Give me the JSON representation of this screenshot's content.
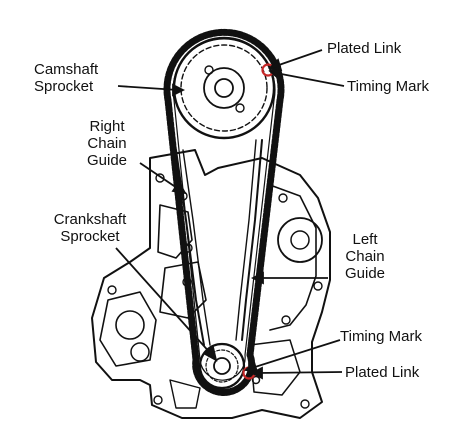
{
  "labels": {
    "camshaft_sprocket": [
      "Camshaft",
      "Sprocket"
    ],
    "plated_link_top": "Plated Link",
    "timing_mark_top": "Timing Mark",
    "right_chain_guide": [
      "Right",
      "Chain",
      "Guide"
    ],
    "crankshaft_sprocket": [
      "Crankshaft",
      "Sprocket"
    ],
    "left_chain_guide": [
      "Left",
      "Chain",
      "Guide"
    ],
    "timing_mark_bottom": "Timing Mark",
    "plated_link_bottom": "Plated Link"
  },
  "colors": {
    "ink": "#111111",
    "marker": "#c62828"
  }
}
